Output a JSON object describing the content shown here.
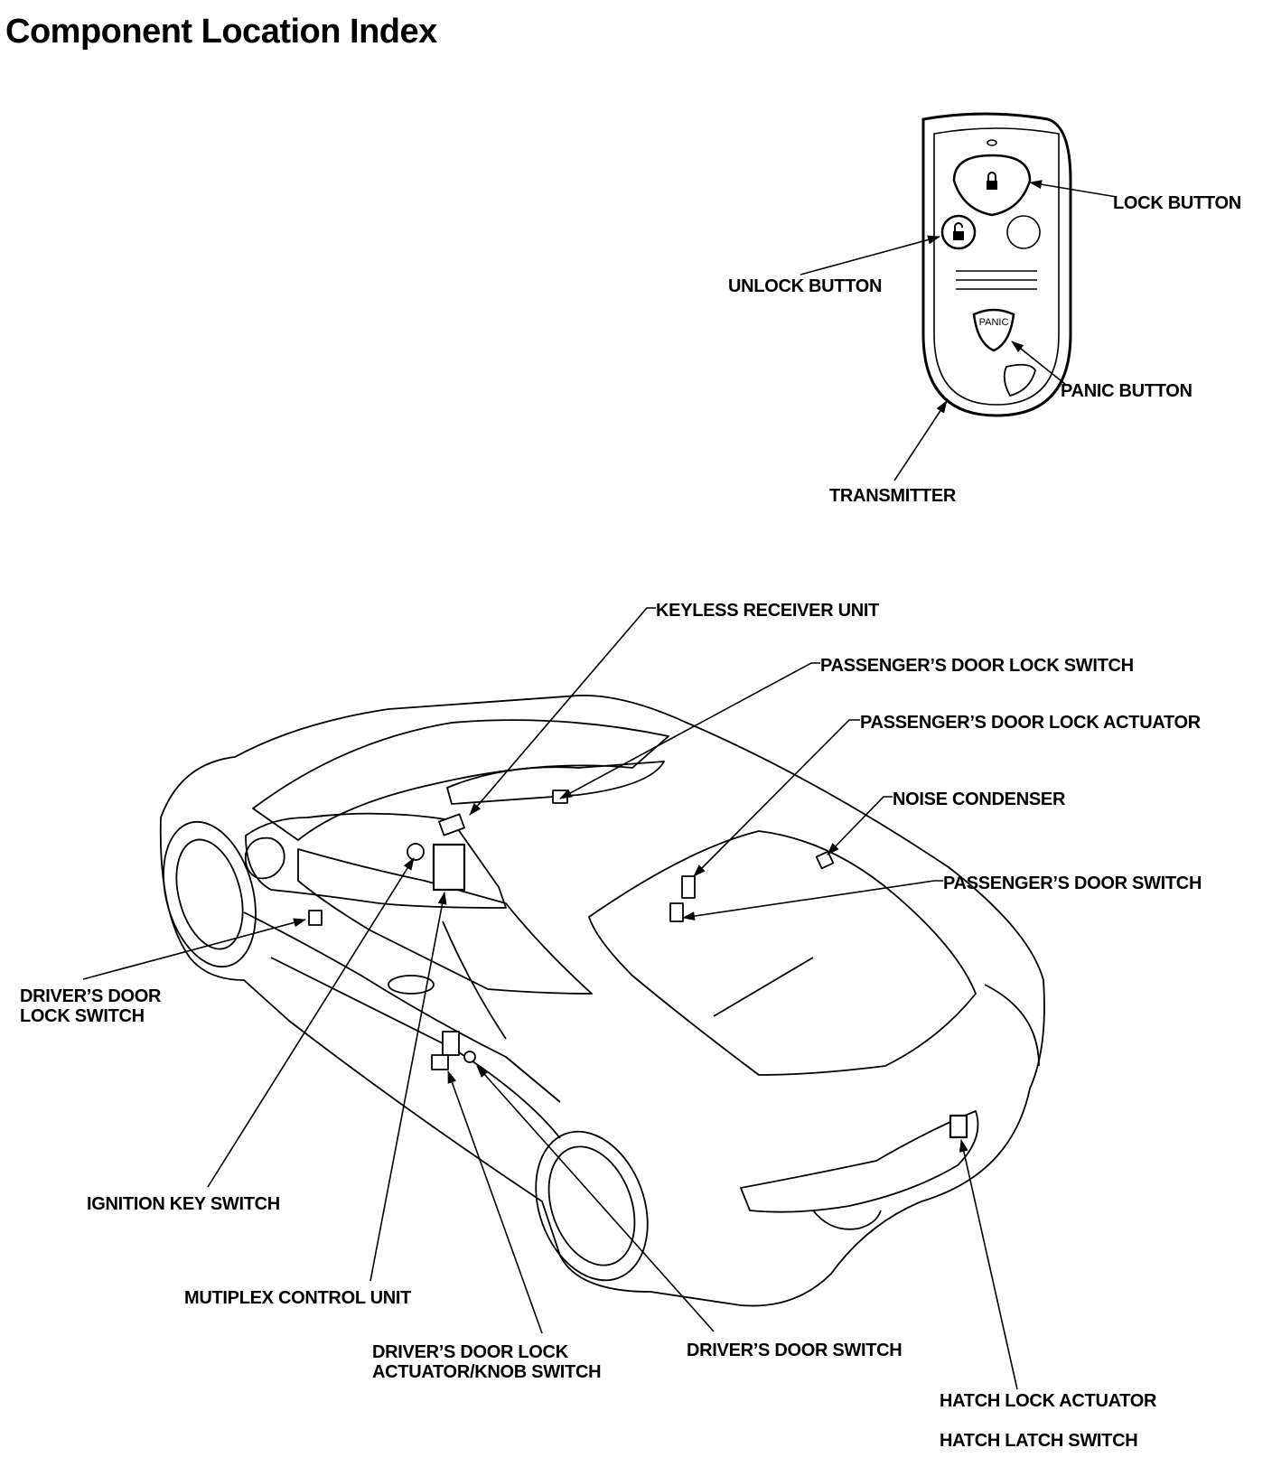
{
  "title": "Component Location Index",
  "labels": {
    "lock_button": "LOCK BUTTON",
    "unlock_button": "UNLOCK BUTTON",
    "panic_button": "PANIC BUTTON",
    "transmitter": "TRANSMITTER",
    "keyless_receiver_unit": "KEYLESS RECEIVER UNIT",
    "passengers_door_lock_switch": "PASSENGER’S DOOR LOCK SWITCH",
    "passengers_door_lock_actuator": "PASSENGER’S DOOR LOCK ACTUATOR",
    "noise_condenser": "NOISE CONDENSER",
    "passengers_door_switch": "PASSENGER’S DOOR SWITCH",
    "drivers_door_lock_switch_1": "DRIVER’S DOOR",
    "drivers_door_lock_switch_2": "LOCK SWITCH",
    "ignition_key_switch": "IGNITION KEY SWITCH",
    "multiplex_control_unit": "MUTIPLEX CONTROL UNIT",
    "drivers_door_lock_actuator_1": "DRIVER’S DOOR LOCK",
    "drivers_door_lock_actuator_2": "ACTUATOR/KNOB SWITCH",
    "drivers_door_switch": "DRIVER’S DOOR SWITCH",
    "hatch_lock_actuator": "HATCH LOCK ACTUATOR",
    "hatch_latch_switch": "HATCH LATCH SWITCH"
  },
  "fob_panic_text": "PANIC"
}
